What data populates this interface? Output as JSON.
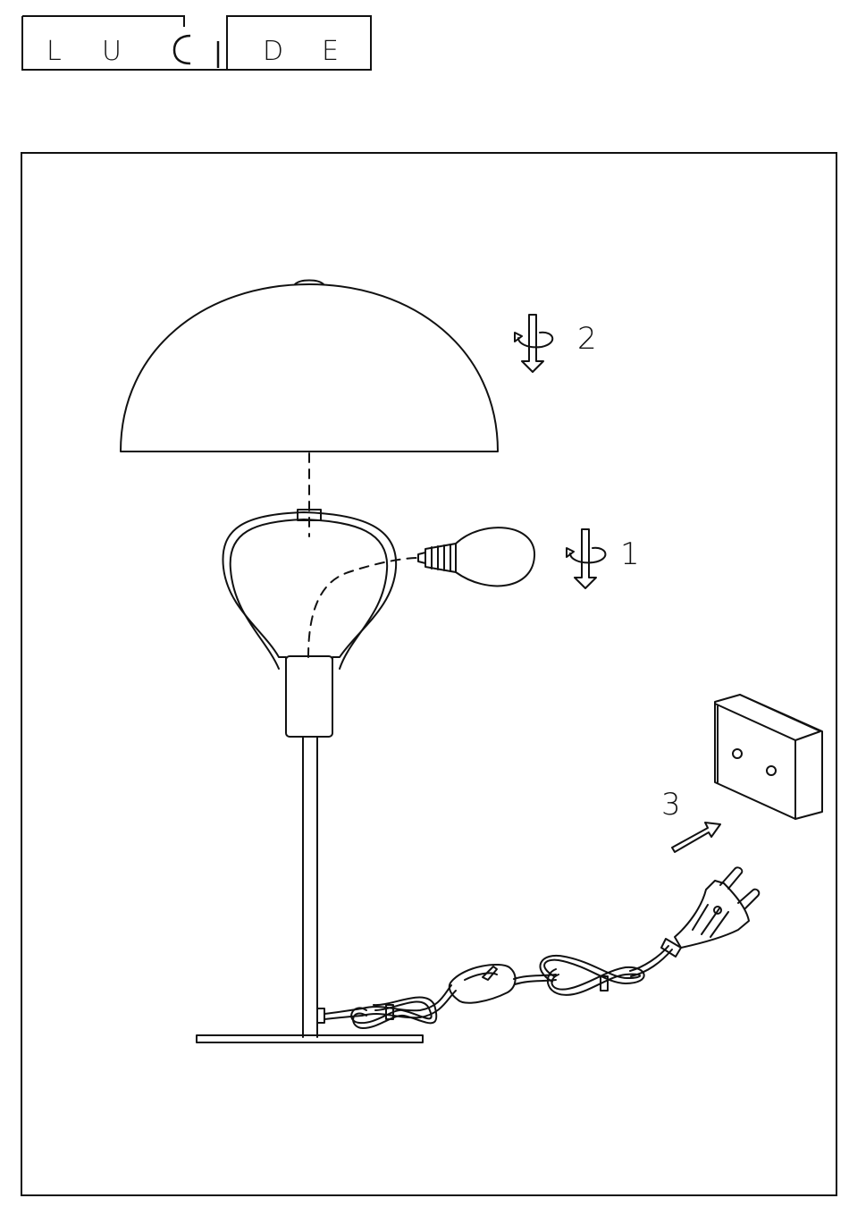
{
  "brand": {
    "name": "LUCIDE",
    "letters": [
      "L",
      "U",
      "C",
      "D",
      "E"
    ]
  },
  "steps": [
    {
      "number": "2",
      "part": "lampshade",
      "action": "rotate-and-lower"
    },
    {
      "number": "1",
      "part": "bulb",
      "action": "rotate-and-lower"
    },
    {
      "number": "3",
      "part": "plug",
      "action": "insert-into-socket"
    }
  ],
  "icons": {
    "rotate_down": "rotate-down-arrow-icon",
    "insert": "diagonal-arrow-icon"
  },
  "colors": {
    "line": "#111111",
    "background": "#ffffff"
  }
}
